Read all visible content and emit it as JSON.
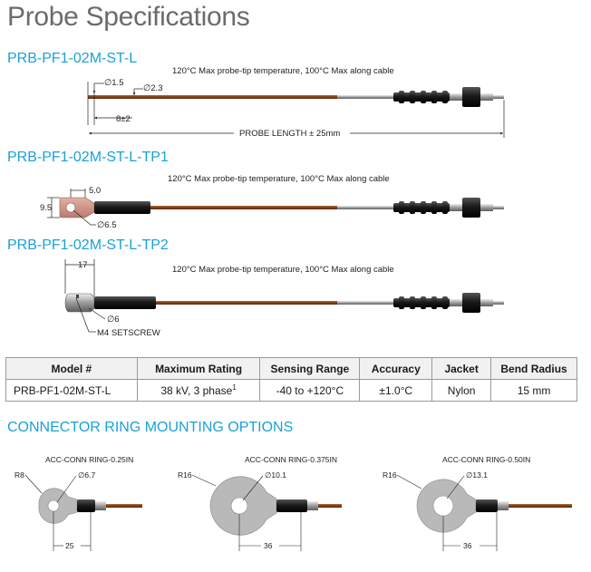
{
  "title": "Probe Specifications",
  "probes": [
    {
      "model": "PRB-PF1-02M-ST-L",
      "note": "120°C Max probe-tip temperature, 100°C Max along cable",
      "dim_tip": "∅1.5",
      "dim_cable": "∅2.3",
      "dim_offset": "8±2",
      "dim_length": "PROBE LENGTH ± 25mm"
    },
    {
      "model": "PRB-PF1-02M-ST-L-TP1",
      "note": "120°C Max probe-tip temperature, 100°C Max along cable",
      "dim_width": "5.0",
      "dim_height": "9.5",
      "dim_hole": "∅6.5"
    },
    {
      "model": "PRB-PF1-02M-ST-L-TP2",
      "note": "120°C Max probe-tip temperature, 100°C Max along cable",
      "dim_length": "17",
      "dim_diameter": "∅6",
      "dim_screw": "M4 SETSCREW"
    }
  ],
  "table": {
    "headers": [
      "Model #",
      "Maximum Rating",
      "Sensing Range",
      "Accuracy",
      "Jacket",
      "Bend Radius"
    ],
    "row": {
      "model": "PRB-PF1-02M-ST-L",
      "rating": "38 kV, 3 phase",
      "rating_footnote": "1",
      "range": "-40 to +120°C",
      "accuracy": "±1.0°C",
      "jacket": "Nylon",
      "bend_radius": "15 mm"
    }
  },
  "connector_heading": "CONNECTOR RING MOUNTING OPTIONS",
  "rings": [
    {
      "name": "ACC-CONN RING-0.25IN",
      "radius": "R8",
      "hole": "∅6.7",
      "length": "25"
    },
    {
      "name": "ACC-CONN RING-0.375IN",
      "radius": "R16",
      "hole": "∅10.1",
      "length": "36"
    },
    {
      "name": "ACC-CONN RING-0.50IN",
      "radius": "R16",
      "hole": "∅13.1",
      "length": "36"
    }
  ],
  "colors": {
    "heading_blue": "#1aa1d8",
    "title_gray": "#6b6b6b",
    "cable_brown": "#8a4a1f",
    "ring_gray": "#b9b9b9",
    "lug_copper": "#c98f82"
  }
}
